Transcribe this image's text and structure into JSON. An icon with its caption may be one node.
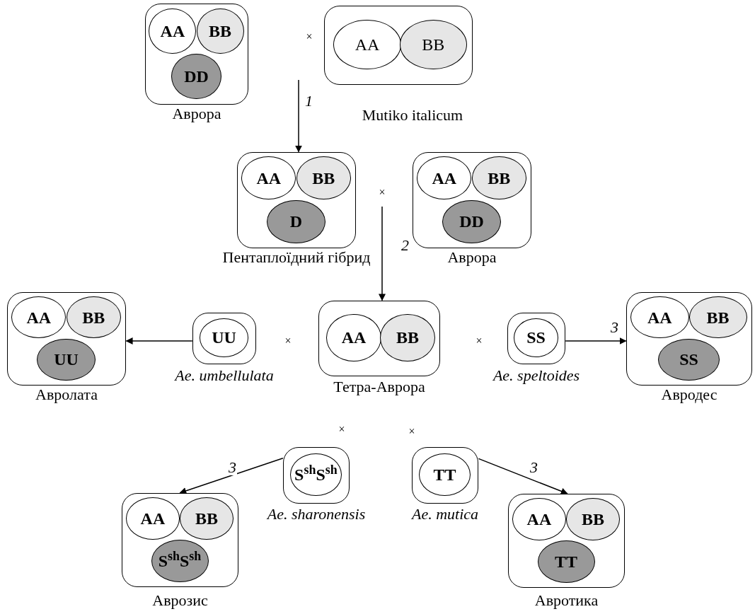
{
  "diagram": {
    "nodes": [
      {
        "text": [],
        "shape": "box",
        "beside": [
          "Аврора"
        ]
      },
      {
        "text": [
          "AA"
        ],
        "in": 0
      },
      {
        "text": [
          "BB"
        ],
        "in": 0
      },
      {
        "text": [
          "DD"
        ],
        "in": 0
      },
      {
        "text": [],
        "shape": "box",
        "beside": [
          "Mutiko italicum"
        ]
      },
      {
        "text": [
          "AA"
        ],
        "in": 4
      },
      {
        "text": [
          "BB"
        ],
        "in": 4
      },
      {
        "text": [],
        "shape": "box",
        "beside": [
          "Пентаплоїдний гібрид"
        ]
      },
      {
        "text": [
          "AA"
        ],
        "in": 7
      },
      {
        "text": [
          "BB"
        ],
        "in": 7
      },
      {
        "text": [
          "D"
        ],
        "in": 7
      },
      {
        "text": [],
        "shape": "box",
        "beside": [
          "Аврора"
        ]
      },
      {
        "text": [
          "AA"
        ],
        "in": 11
      },
      {
        "text": [
          "BB"
        ],
        "in": 11
      },
      {
        "text": [
          "DD"
        ],
        "in": 11
      },
      {
        "text": [],
        "shape": "box",
        "beside": [
          "Авролата"
        ]
      },
      {
        "text": [
          "AA"
        ],
        "in": 15
      },
      {
        "text": [
          "BB"
        ],
        "in": 15
      },
      {
        "text": [
          "UU"
        ],
        "in": 15
      },
      {
        "text": [],
        "shape": "box",
        "beside": [
          "Ae. umbellulata"
        ]
      },
      {
        "text": [
          "UU"
        ],
        "in": 19
      },
      {
        "text": [],
        "shape": "box",
        "beside": [
          "Тетра-Аврора"
        ]
      },
      {
        "text": [
          "AA"
        ],
        "in": 21
      },
      {
        "text": [
          "BB"
        ],
        "in": 21
      },
      {
        "text": [],
        "shape": "box",
        "beside": [
          "Ae. speltoides"
        ]
      },
      {
        "text": [
          "SS"
        ],
        "in": 24
      },
      {
        "text": [],
        "shape": "box",
        "beside": [
          "Авродес"
        ]
      },
      {
        "text": [
          "AA"
        ],
        "in": 26
      },
      {
        "text": [
          "BB"
        ],
        "in": 26
      },
      {
        "text": [
          "SS"
        ],
        "in": 26
      },
      {
        "text": [],
        "shape": "box",
        "beside": [
          "Ae. sharonensis"
        ]
      },
      {
        "text": [
          "S$^{sh}$S$^{sh}$"
        ],
        "in": 30
      },
      {
        "text": [],
        "shape": "box",
        "beside": [
          "Ae. mutica"
        ]
      },
      {
        "text": [
          "TT"
        ],
        "in": 32
      },
      {
        "text": [],
        "shape": "box",
        "beside": [
          "Аврозис"
        ]
      },
      {
        "text": [
          "AA"
        ],
        "in": 34
      },
      {
        "text": [
          "BB"
        ],
        "in": 34
      },
      {
        "text": [
          "S$^{sh}$S$^{sh}$"
        ],
        "in": 34
      },
      {
        "text": [],
        "shape": "box",
        "beside": [
          "Авротика"
        ]
      },
      {
        "text": [
          "AA"
        ],
        "in": 38
      },
      {
        "text": [
          "BB"
        ],
        "in": 38
      },
      {
        "text": [
          "TT"
        ],
        "in": 38
      }
    ],
    "edges": [
      {
        "from": null,
        "to": 7,
        "arrow": "to",
        "label": "1"
      },
      {
        "from": null,
        "to": 21,
        "arrow": "to",
        "label": "2"
      },
      {
        "from": 19,
        "to": 15,
        "arrow": "to"
      },
      {
        "from": 24,
        "to": 26,
        "arrow": "to",
        "label": "3"
      },
      {
        "from": 30,
        "to": 34,
        "arrow": "to",
        "label": "3"
      },
      {
        "from": 32,
        "to": 38,
        "arrow": "to",
        "label": "3"
      }
    ],
    "labels": [
      "×",
      "×",
      "×",
      "×",
      "×",
      "×"
    ]
  }
}
